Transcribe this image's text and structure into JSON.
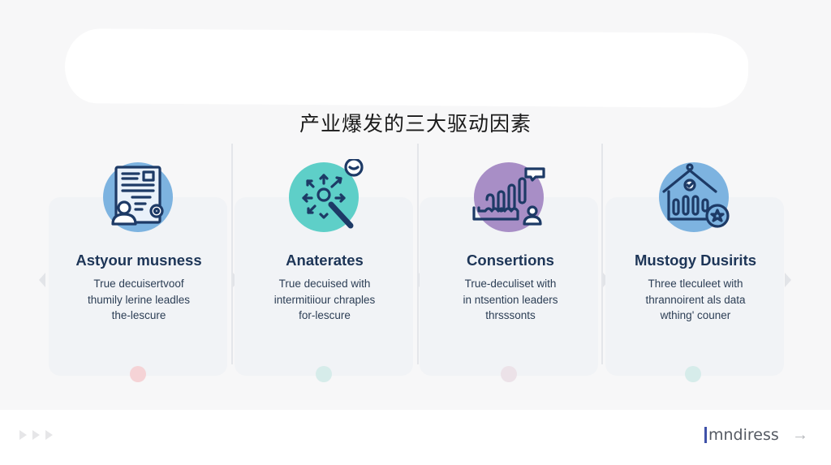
{
  "slide": {
    "title": "产业爆发的三大驱动因素",
    "cards": [
      {
        "icon": "document-user-gear-icon",
        "icon_color": "#7db3e0",
        "title": "Astyour musness",
        "desc_lines": [
          "True decuisertvoof",
          "thumily lerine leadles",
          "the-lescure"
        ],
        "dot_color": "#f5d3d6"
      },
      {
        "icon": "magic-wand-arrows-icon",
        "icon_color": "#5ecfc8",
        "title": "Anaterates",
        "desc_lines": [
          "True decuised with",
          "intermitiiour chraples",
          "for-lescure"
        ],
        "dot_color": "#d6ecea"
      },
      {
        "icon": "bar-chart-user-icon",
        "icon_color": "#a88ec6",
        "title": "Consertions",
        "desc_lines": [
          "True-deculiset with",
          "in ntsention leaders",
          "thrsssonts"
        ],
        "dot_color": "#ece2e8"
      },
      {
        "icon": "bank-star-icon",
        "icon_color": "#7db3e0",
        "title": "Mustogy Dusirits",
        "desc_lines": [
          "Three tleculeet with",
          "thrannoirent als data",
          "wthing' couner"
        ],
        "dot_color": "#d6ecea"
      }
    ]
  },
  "footer": {
    "brand": "mndiress",
    "brand_accent": "#3f51a8",
    "next_icon": "arrow-right-icon",
    "nav_icon": "chevron-triple-icon"
  },
  "colors": {
    "background": "#f7f7f8",
    "card": "#f1f3f6",
    "heading": "#1d3557",
    "icon_stroke": "#1d3a66"
  }
}
